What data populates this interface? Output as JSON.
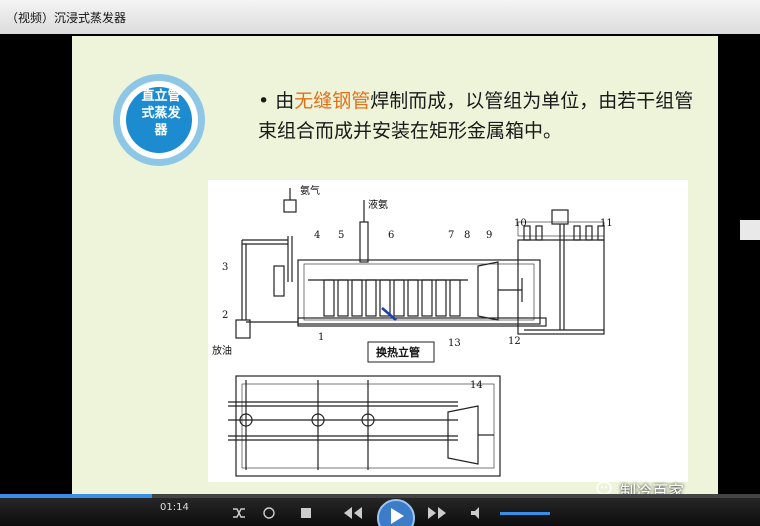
{
  "window": {
    "title": "（视频）沉浸式蒸发器"
  },
  "slide": {
    "logo_lines": [
      "直立管",
      "式蒸发",
      "器"
    ],
    "bullet_pre": "由",
    "bullet_highlight": "无缝钢管",
    "bullet_post": "焊制而成，以管组为单位，由若干组管束组合而成并安装在矩形金属箱中。",
    "highlight_color": "#e0701a"
  },
  "diagram": {
    "labels": {
      "ammonia_gas": "氨气",
      "liquid_ammonia": "液氨",
      "oil_drain": "放油",
      "tube": "换热立管",
      "n1": "1",
      "n2": "2",
      "n3": "3",
      "n4": "4",
      "n5": "5",
      "n6": "6",
      "n7": "7",
      "n8": "8",
      "n9": "9",
      "n10": "10",
      "n11": "11",
      "n12": "12",
      "n13": "13",
      "n14": "14"
    }
  },
  "player": {
    "elapsed": "01:14",
    "progress_fraction": 0.2
  },
  "watermark": "制冷百家"
}
